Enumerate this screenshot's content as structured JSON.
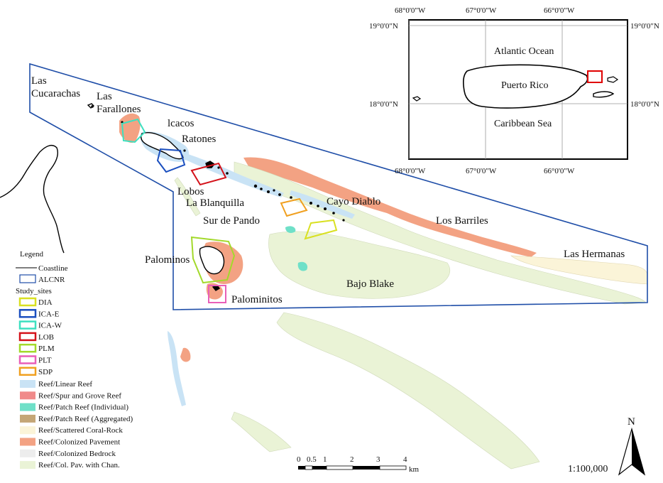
{
  "places": {
    "las_cucarachas": "Las\nCucarachas",
    "las_farallones": "Las\nFarallones",
    "icacos": "lcacos",
    "ratones": "Ratones",
    "lobos": "Lobos",
    "la_blanquilla": "La Blanquilla",
    "cayo_diablo": "Cayo Diablo",
    "sur_de_pando": "Sur de Pando",
    "los_barriles": "Los Barriles",
    "las_hermanas": "Las Hermanas",
    "palominos": "Palominos",
    "palominitos": "Palominitos",
    "bajo_blake": "Bajo Blake"
  },
  "inset": {
    "top_lons": [
      "68°0'0\"W",
      "67°0'0\"W",
      "66°0'0\"W"
    ],
    "bottom_lons": [
      "68°0'0\"W",
      "67°0'0\"W",
      "66°0'0\"W"
    ],
    "left_lats": [
      "19°0'0\"N",
      "18°0'0\"N"
    ],
    "right_lats": [
      "19°0'0\"N",
      "18°0'0\"N"
    ],
    "atlantic": "Atlantic Ocean",
    "puerto_rico": "Puerto Rico",
    "caribbean": "Caribbean Sea"
  },
  "legend": {
    "title": "Legend",
    "coastline": "Coastline",
    "alcnr": "ALCNR",
    "study_sites_title": "Study_sites",
    "sites": [
      {
        "label": "DIA",
        "color": "#d9e021"
      },
      {
        "label": "ICA-E",
        "color": "#1b4fbf"
      },
      {
        "label": "ICA-W",
        "color": "#3de0c0"
      },
      {
        "label": "LOB",
        "color": "#d4121a"
      },
      {
        "label": "PLM",
        "color": "#a3d92b"
      },
      {
        "label": "PLT",
        "color": "#e85fb8"
      },
      {
        "label": "SDP",
        "color": "#f0a020"
      }
    ],
    "habitats": [
      {
        "label": "Reef/Linear Reef",
        "color": "#c9e3f5"
      },
      {
        "label": "Reef/Spur and Grove Reef",
        "color": "#f08a8a"
      },
      {
        "label": "Reef/Patch Reef (Individual)",
        "color": "#6fe0c8"
      },
      {
        "label": "Reef/Patch Reef (Aggregated)",
        "color": "#c4a676"
      },
      {
        "label": "Reef/Scattered Coral-Rock",
        "color": "#fbf4d8"
      },
      {
        "label": "Reef/Colonized Pavement",
        "color": "#f3a283"
      },
      {
        "label": "Reef/Colonized Bedrock",
        "color": "#ededed"
      },
      {
        "label": "Reef/Col. Pav. with Chan.",
        "color": "#eaf3d6"
      }
    ]
  },
  "scale": {
    "ticks": [
      "0",
      "0.5",
      "1",
      "2",
      "3",
      "4"
    ],
    "unit": "km",
    "ratio": "1:100,000"
  },
  "north": "N",
  "colors": {
    "boundary": "#1f4ea8",
    "coast": "#000000",
    "highlight": "#e00000"
  }
}
